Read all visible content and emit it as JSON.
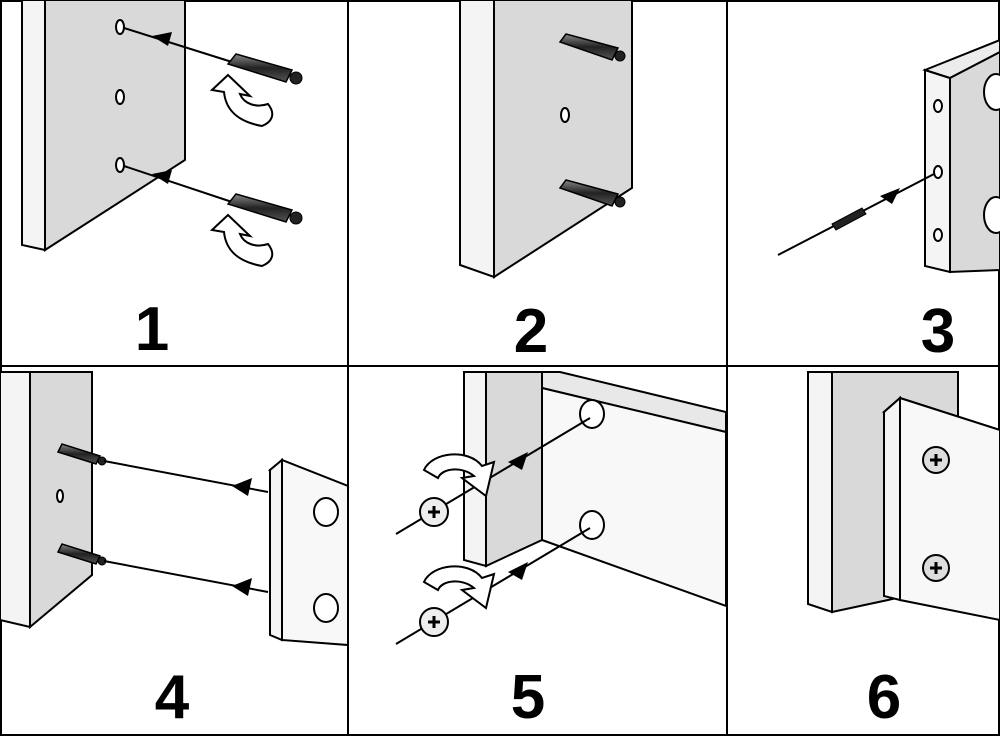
{
  "steps": [
    {
      "number": "1"
    },
    {
      "number": "2"
    },
    {
      "number": "3"
    },
    {
      "number": "4"
    },
    {
      "number": "5"
    },
    {
      "number": "6"
    }
  ],
  "colors": {
    "line": "#000000",
    "panel_face": "#dcdcdc",
    "panel_edge": "#f4f4f4",
    "background": "#ffffff"
  },
  "icons": [
    "screw-dowel-icon",
    "rotate-arrow-icon",
    "phillips-screw-icon",
    "pin-icon"
  ]
}
